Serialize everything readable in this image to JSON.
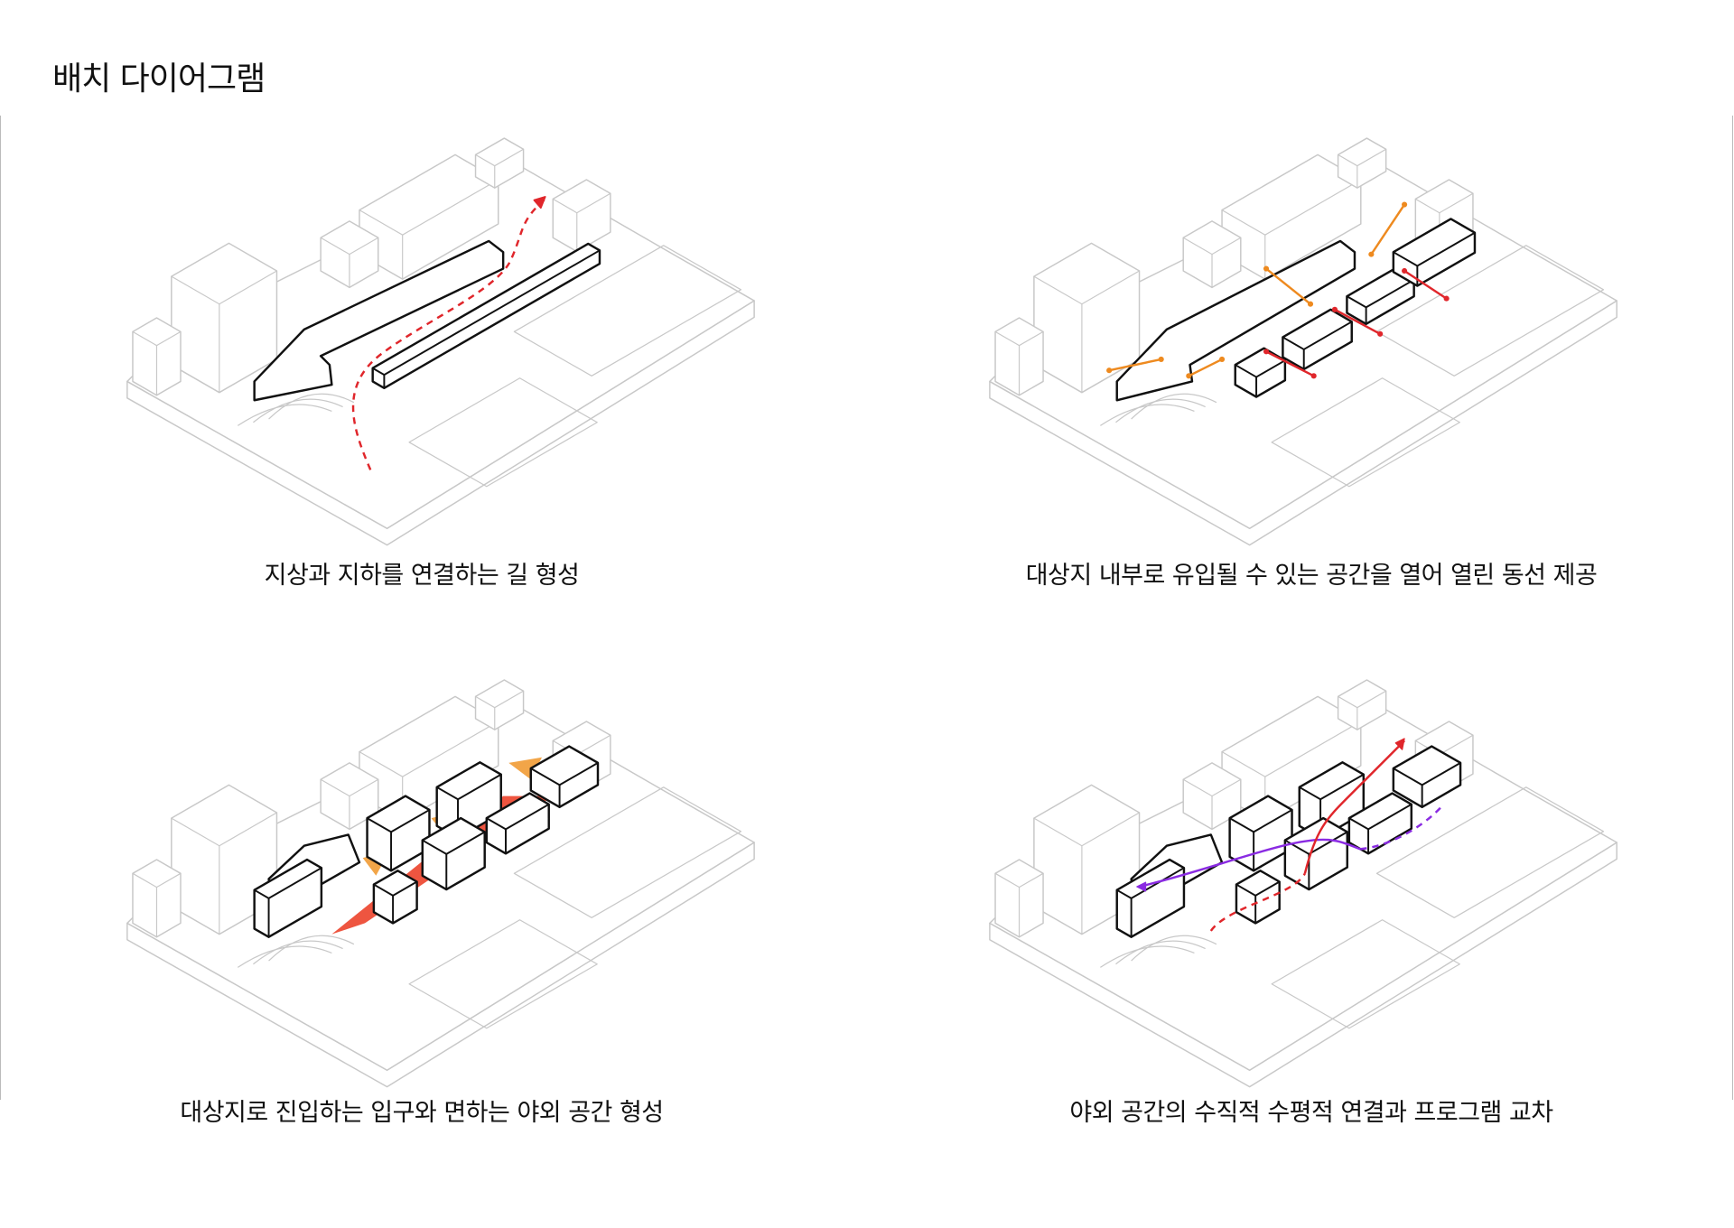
{
  "title": "배치 다이어그램",
  "panels": [
    {
      "caption": "지상과 지하를 연결하는 길 형성"
    },
    {
      "caption": "대상지 내부로 유입될 수 있는 공간을 열어 열린 동선 제공"
    },
    {
      "caption": "대상지로 진입하는 입구와 면하는 야외 공간 형성"
    },
    {
      "caption": "야외 공간의 수직적 수평적 연결과 프로그램 교차"
    }
  ],
  "colors": {
    "context": "#c8c8c8",
    "mass": "#111111",
    "path_red": "#e0262b",
    "path_orange": "#ee8a1f",
    "fill_red": "#ee5540",
    "fill_orange": "#f2a548",
    "path_purple": "#8a2be2"
  }
}
